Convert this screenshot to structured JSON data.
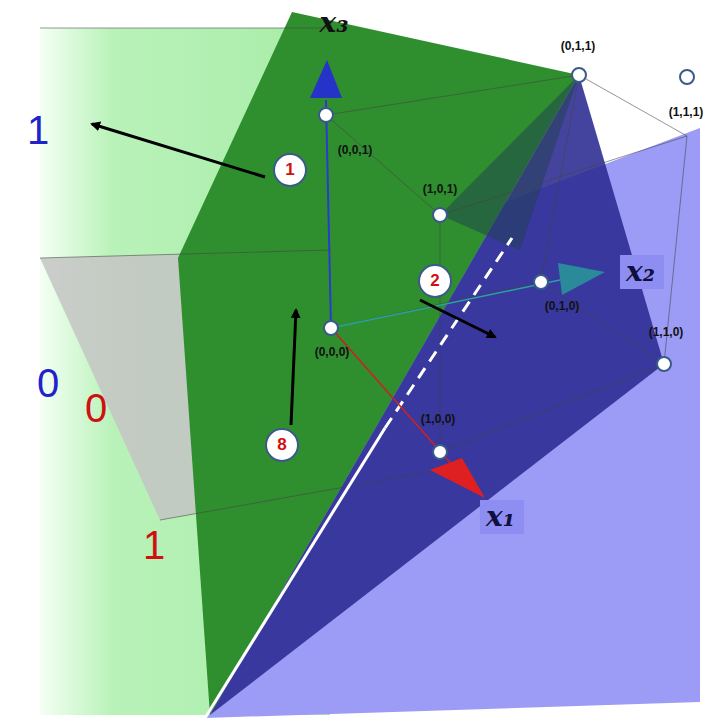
{
  "diagram": {
    "nodes": [
      {
        "text": [
          "1"
        ]
      },
      {
        "text": [
          "2"
        ]
      },
      {
        "text": [
          "x₂"
        ]
      },
      {
        "text": [
          "8"
        ]
      },
      {
        "text": [
          "x₁"
        ]
      }
    ],
    "labels": [
      "x₃",
      "(0,1,1)",
      "(1,1,1)",
      "(0,0,1)",
      "(1,0,1)",
      "(0,1,0)",
      "(0,0,0)",
      "(1,1,0)",
      "(1,0,0)",
      "1",
      "0",
      "0",
      "1"
    ]
  }
}
